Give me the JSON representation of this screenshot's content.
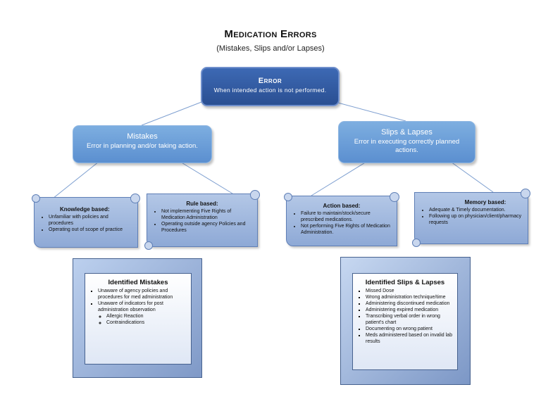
{
  "title": "Medication Errors",
  "subtitle": "(Mistakes, Slips and/or Lapses)",
  "error_box": {
    "heading": "Error",
    "text": "When intended action is not performed."
  },
  "mistakes_box": {
    "heading": "Mistakes",
    "text": "Error in planning and/or taking action."
  },
  "slips_box": {
    "heading": "Slips & Lapses",
    "text": "Error in executing correctly planned actions."
  },
  "knowledge": {
    "title": "Knowledge based:",
    "items": [
      "Unfamiliar with policies and procedures",
      "Operating out of scope of practice"
    ]
  },
  "rule": {
    "title": "Rule based:",
    "items": [
      "Not implementing Five Rights of Medication Administration",
      "Operating outside agency Policies and Procedures"
    ]
  },
  "action": {
    "title": "Action based:",
    "items": [
      "Failure to maintain/stock/secure prescribed medications.",
      "Not performing Five Rights of Medication Administration."
    ]
  },
  "memory": {
    "title": "Memory based:",
    "items": [
      "Adequate & Timely documentation.",
      "Following up on physician/client/pharmacy requests"
    ]
  },
  "identified_mistakes": {
    "title": "Identified Mistakes",
    "items": [
      "Unaware of agency policies and procedures for med administration",
      "Unaware of indicators for post administration observation"
    ],
    "subitems": [
      "Allergic Reaction",
      "Contraindications"
    ]
  },
  "identified_slips": {
    "title": "Identified Slips & Lapses",
    "items": [
      "Missed Dose",
      "Wrong administration technique/time",
      "Administering discontinued medication",
      "Administering expired medication",
      "Transcribing verbal order in wrong patient's chart",
      "Documenting on wrong patient",
      "Meds administered based on invalid lab results"
    ]
  },
  "colors": {
    "dark_box": "#2e559b",
    "mid_box": "#6a9dd8",
    "scroll": "#a3bbe0",
    "frame": "#8fa7cf"
  }
}
